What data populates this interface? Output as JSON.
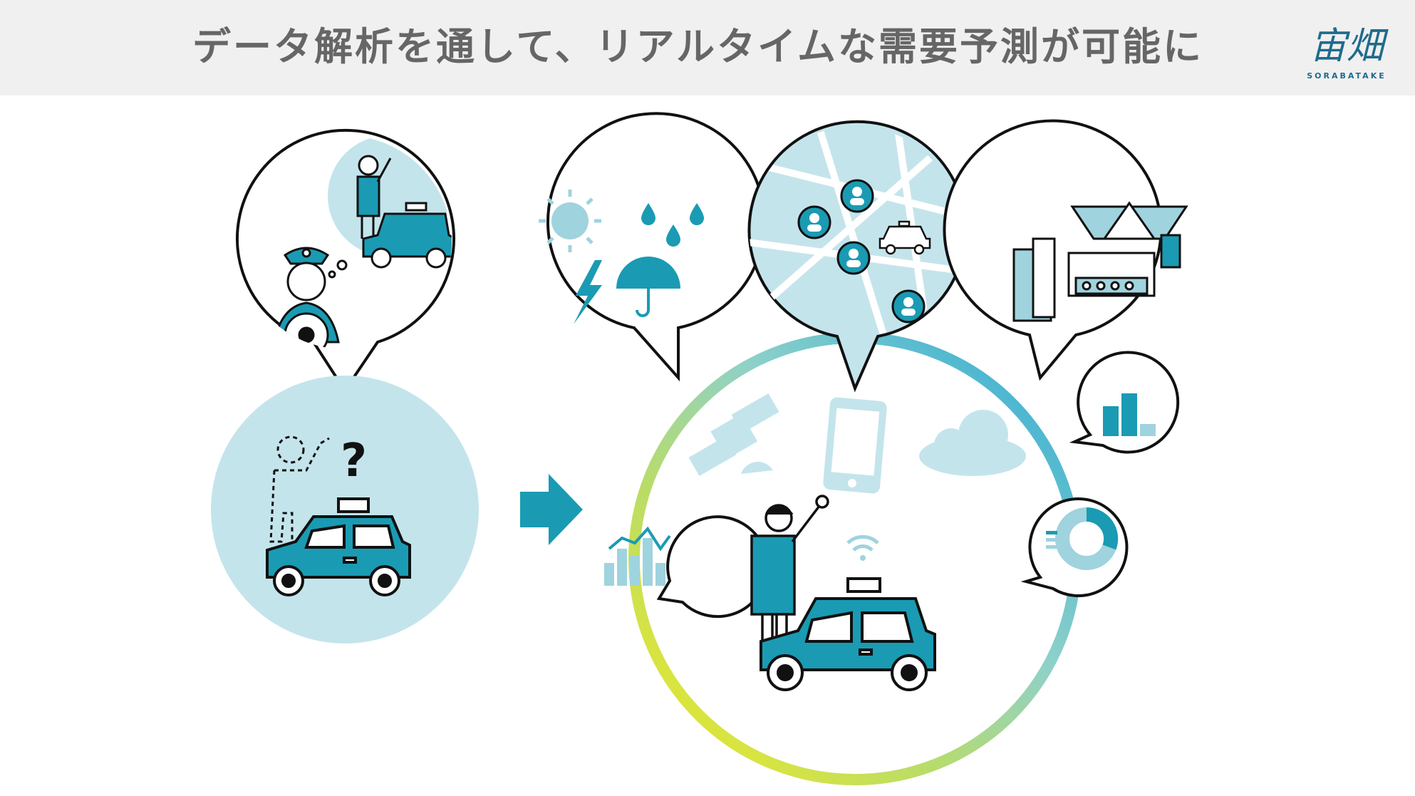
{
  "header": {
    "title": "データ解析を通して、リアルタイムな需要予測が可能に"
  },
  "logo": {
    "mark": "宙畑",
    "wordmark": "SORABATAKE"
  },
  "scene": {
    "before_mark": "?"
  },
  "colors": {
    "accent": "#1a9bb3",
    "light": "#c4e4ec",
    "dark": "#111111",
    "ring_start": "#f2ea1e",
    "ring_mid": "#8ed1a7",
    "ring_end": "#2ba9d6"
  },
  "icons": [
    "driver-icon",
    "waving-person-icon",
    "taxi-icon",
    "sun-icon",
    "rain-icon",
    "lightning-icon",
    "umbrella-icon",
    "map-icon",
    "person-pin-icon",
    "stadium-icon",
    "building-icon",
    "bar-chart-icon",
    "line-chart-icon",
    "pie-chart-icon",
    "satellite-icon",
    "smartphone-icon",
    "cloud-icon",
    "wifi-icon",
    "arrow-right-icon",
    "question-mark-icon"
  ]
}
